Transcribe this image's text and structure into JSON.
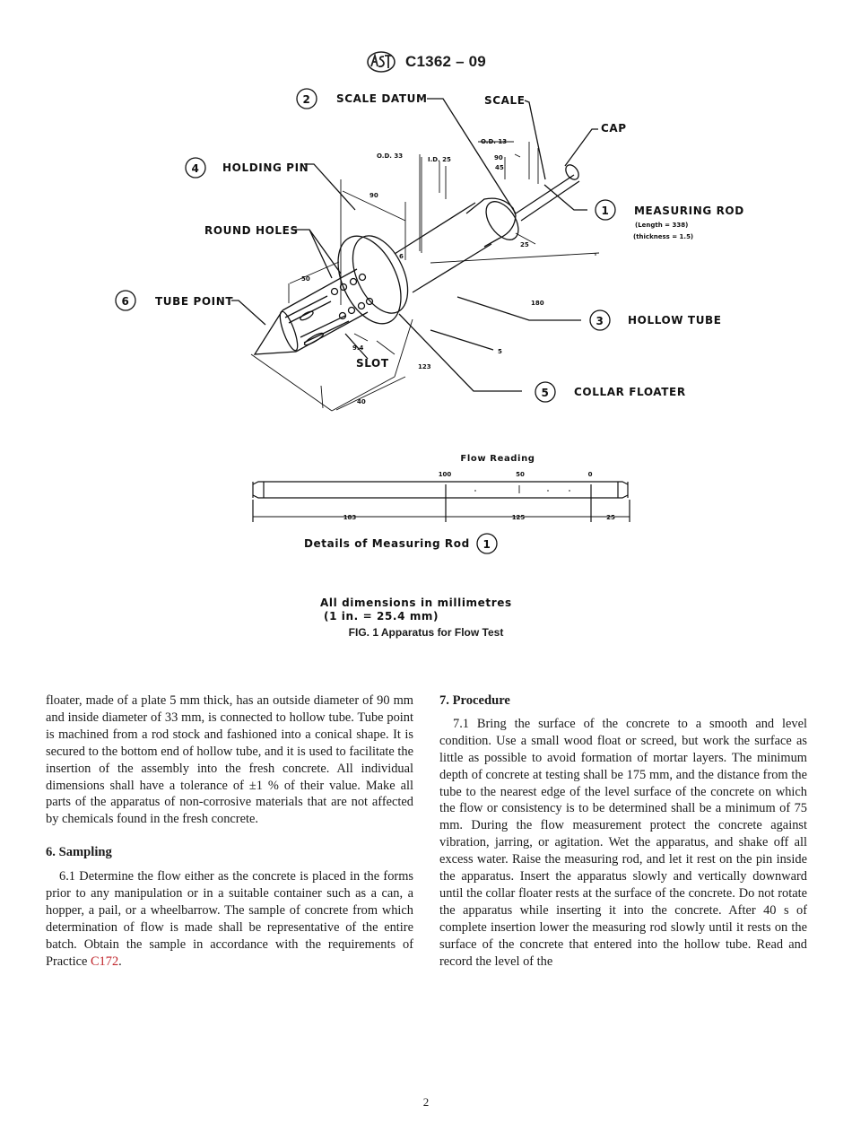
{
  "header": {
    "standard": "C1362 – 09",
    "logo_icon": "astm-logo-icon"
  },
  "figure": {
    "caption": "FIG. 1 Apparatus for Flow Test",
    "callouts": {
      "scale_datum": "SCALE DATUM",
      "scale": "SCALE",
      "cap": "CAP",
      "holding_pin": "HOLDING PIN",
      "measuring_rod": "MEASURING ROD",
      "rod_length": "(Length = 338)",
      "rod_thickness": "(thickness = 1.5)",
      "round_holes": "ROUND HOLES",
      "tube_point": "TUBE POINT",
      "hollow_tube": "HOLLOW TUBE",
      "slot": "SLOT",
      "collar_floater": "COLLAR FLOATER"
    },
    "callout_numbers": {
      "scale_datum": "2",
      "holding_pin": "4",
      "measuring_rod": "1",
      "tube_point": "6",
      "hollow_tube": "3",
      "collar_floater": "5",
      "rod_detail": "1"
    },
    "dimensions": {
      "od33": "O.D. 33",
      "id25": "I.D. 25",
      "od13": "O.D. 13",
      "a90": "90",
      "a45": "45",
      "d90": "90",
      "d6": "6",
      "d50": "50",
      "d25": "25",
      "d180": "180",
      "d5": "5",
      "d9_4": "9.4",
      "d123": "123",
      "d40": "40"
    },
    "rod_detail": {
      "flow_reading": "Flow Reading",
      "tick_100": "100",
      "tick_50": "50",
      "tick_0": "0",
      "seg_183": "183",
      "seg_125": "125",
      "seg_25": "25",
      "title": "Details of Measuring Rod"
    },
    "note_line1": "All dimensions in millimetres",
    "note_line2": "(1 in. = 25.4 mm)"
  },
  "left_column": {
    "para_continued": "floater, made of a plate 5 mm thick, has an outside diameter of 90 mm and inside diameter of 33 mm, is connected to hollow tube. Tube point is machined from a rod stock and fashioned into a conical shape. It is secured to the bottom end of hollow tube, and it is used to facilitate the insertion of the assembly into the fresh concrete. All individual dimensions shall have a tolerance of ±1 % of their value. Make all parts of the apparatus of non-corrosive materials that are not affected by chemicals found in the fresh concrete.",
    "section6_heading": "6. Sampling",
    "para_6_1_before": "6.1 Determine the flow either as the concrete is placed in the forms prior to any manipulation or in a suitable container such as a can, a hopper, a pail, or a wheelbarrow. The sample of concrete from which determination of flow is made shall be representative of the entire batch. Obtain the sample in accordance with the requirements of Practice ",
    "para_6_1_link": "C172",
    "para_6_1_after": "."
  },
  "right_column": {
    "section7_heading": "7. Procedure",
    "para_7_1": "7.1 Bring the surface of the concrete to a smooth and level condition. Use a small wood float or screed, but work the surface as little as possible to avoid formation of mortar layers. The minimum depth of concrete at testing shall be 175 mm, and the distance from the tube to the nearest edge of the level surface of the concrete on which the flow or consistency is to be determined shall be a minimum of 75 mm. During the flow measurement protect the concrete against vibration, jarring, or agitation. Wet the apparatus, and shake off all excess water. Raise the measuring rod, and let it rest on the pin inside the apparatus. Insert the apparatus slowly and vertically downward until the collar floater rests at the surface of the concrete. Do not rotate the apparatus while inserting it into the concrete. After 40 s of complete insertion lower the measuring rod slowly until it rests on the surface of the concrete that entered into the hollow tube. Read and record the level of the"
  },
  "page_number": "2"
}
